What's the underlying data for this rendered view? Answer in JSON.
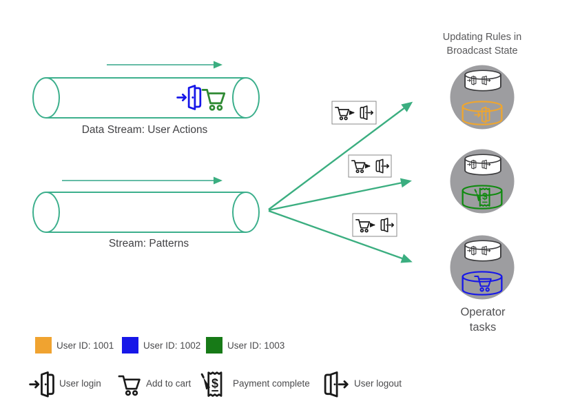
{
  "titles": {
    "broadcast": "Updating Rules in Broadcast State",
    "operator_tasks": "Operator tasks"
  },
  "streams": [
    {
      "label": "Data Stream: User Actions",
      "event_icons": [
        "door-in-icon",
        "cart-icon"
      ],
      "event_names": [
        "User login",
        "Add to cart"
      ]
    },
    {
      "label": "Stream: Patterns"
    }
  ],
  "pattern_boxes": [
    {
      "icons": [
        "cart-icon",
        "arrow-right-icon",
        "door-out-icon"
      ]
    },
    {
      "icons": [
        "cart-icon",
        "arrow-right-icon",
        "door-out-icon"
      ]
    },
    {
      "icons": [
        "cart-icon",
        "arrow-right-icon",
        "door-out-icon"
      ]
    }
  ],
  "operator_tasks": [
    {
      "broadcast_state_icons": [
        "door-in-icon",
        "door-out-icon"
      ],
      "keyed_state_color": "#EFA62F",
      "keyed_state_icon": "door-in-icon"
    },
    {
      "broadcast_state_icons": [
        "door-in-icon",
        "door-out-icon"
      ],
      "keyed_state_color": "#108A10",
      "keyed_state_icon": "receipt-icon"
    },
    {
      "broadcast_state_icons": [
        "door-in-icon",
        "door-out-icon"
      ],
      "keyed_state_color": "#1717E8",
      "keyed_state_icon": "cart-icon"
    }
  ],
  "legend_users": [
    {
      "label": "User ID: 1001",
      "color": "#F0A330"
    },
    {
      "label": "User ID: 1002",
      "color": "#1717E8"
    },
    {
      "label": "User ID: 1003",
      "color": "#177A17"
    }
  ],
  "legend_events": [
    {
      "label": "User login",
      "icon": "door-in-icon"
    },
    {
      "label": "Add to cart",
      "icon": "cart-icon"
    },
    {
      "label": "Payment complete",
      "icon": "receipt-icon"
    },
    {
      "label": "User logout",
      "icon": "door-out-icon"
    }
  ],
  "colors": {
    "stream_outline": "#3CAF8C",
    "flow_arrow": "#4FB39A",
    "fanout_arrow": "#3BAE80",
    "task_circle": "#9D9DA0",
    "text_gray": "#59595B",
    "icon_black": "#1A1A1A",
    "blue": "#1717E8",
    "green": "#108A10",
    "orange": "#EFA62F"
  }
}
